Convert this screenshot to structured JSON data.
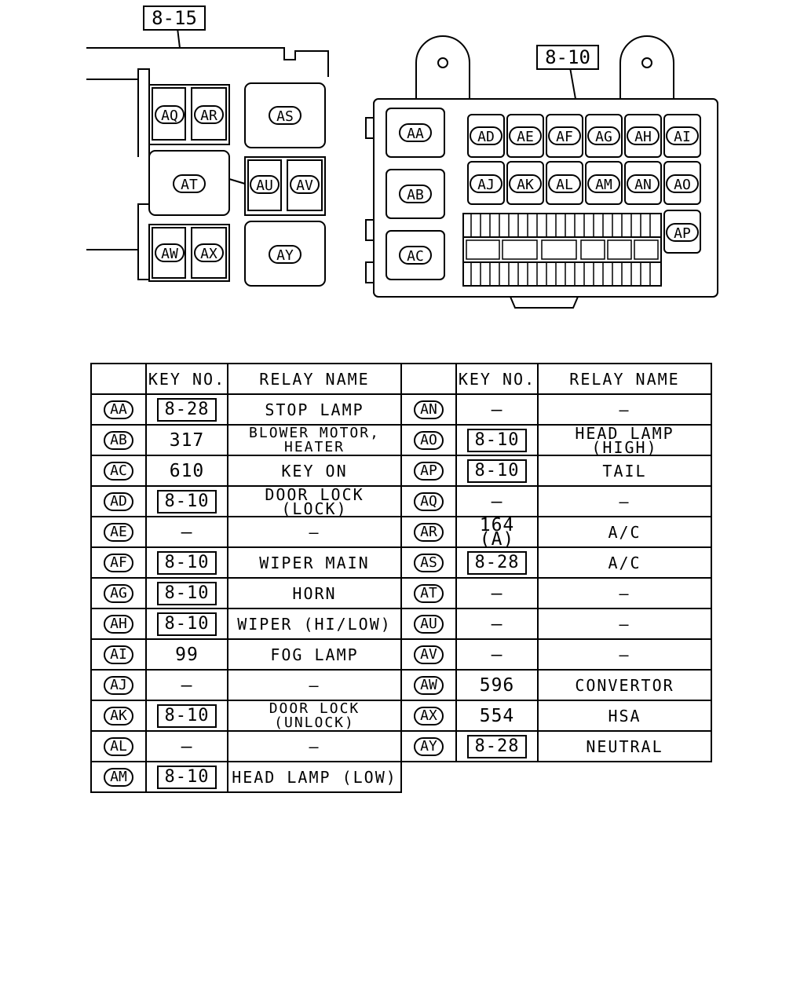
{
  "left_box": {
    "ref": "8-15",
    "relays": [
      "AQ",
      "AR",
      "AS",
      "AT",
      "AU",
      "AV",
      "AW",
      "AX",
      "AY"
    ]
  },
  "right_box": {
    "ref": "8-10",
    "big_relays": [
      "AA",
      "AB",
      "AC"
    ],
    "row1": [
      "AD",
      "AE",
      "AF",
      "AG",
      "AH",
      "AI"
    ],
    "row2": [
      "AJ",
      "AK",
      "AL",
      "AM",
      "AN",
      "AO"
    ],
    "extra": "AP"
  },
  "table": {
    "headers": {
      "key_no": "KEY NO.",
      "relay_name": "RELAY NAME"
    },
    "left": [
      {
        "code": "AA",
        "key": "8-28",
        "key_boxed": true,
        "name": "STOP LAMP"
      },
      {
        "code": "AB",
        "key": "317",
        "key_boxed": false,
        "name": "BLOWER MOTOR,\nHEATER"
      },
      {
        "code": "AC",
        "key": "610",
        "key_boxed": false,
        "name": "KEY ON"
      },
      {
        "code": "AD",
        "key": "8-10",
        "key_boxed": true,
        "name": "DOOR LOCK (LOCK)"
      },
      {
        "code": "AE",
        "key": "—",
        "key_boxed": false,
        "name": "—"
      },
      {
        "code": "AF",
        "key": "8-10",
        "key_boxed": true,
        "name": "WIPER MAIN"
      },
      {
        "code": "AG",
        "key": "8-10",
        "key_boxed": true,
        "name": "HORN"
      },
      {
        "code": "AH",
        "key": "8-10",
        "key_boxed": true,
        "name": "WIPER (HI/LOW)"
      },
      {
        "code": "AI",
        "key": "99",
        "key_boxed": false,
        "name": "FOG LAMP"
      },
      {
        "code": "AJ",
        "key": "—",
        "key_boxed": false,
        "name": "—"
      },
      {
        "code": "AK",
        "key": "8-10",
        "key_boxed": true,
        "name": "DOOR LOCK\n(UNLOCK)"
      },
      {
        "code": "AL",
        "key": "—",
        "key_boxed": false,
        "name": "—"
      },
      {
        "code": "AM",
        "key": "8-10",
        "key_boxed": true,
        "name": "HEAD LAMP (LOW)"
      }
    ],
    "right": [
      {
        "code": "AN",
        "key": "—",
        "key_boxed": false,
        "name": "—"
      },
      {
        "code": "AO",
        "key": "8-10",
        "key_boxed": true,
        "name": "HEAD LAMP (HIGH)"
      },
      {
        "code": "AP",
        "key": "8-10",
        "key_boxed": true,
        "name": "TAIL"
      },
      {
        "code": "AQ",
        "key": "—",
        "key_boxed": false,
        "name": "—"
      },
      {
        "code": "AR",
        "key": "164 (A)",
        "key_boxed": false,
        "name": "A/C"
      },
      {
        "code": "AS",
        "key": "8-28",
        "key_boxed": true,
        "name": "A/C"
      },
      {
        "code": "AT",
        "key": "—",
        "key_boxed": false,
        "name": "—"
      },
      {
        "code": "AU",
        "key": "—",
        "key_boxed": false,
        "name": "—"
      },
      {
        "code": "AV",
        "key": "—",
        "key_boxed": false,
        "name": "—"
      },
      {
        "code": "AW",
        "key": "596",
        "key_boxed": false,
        "name": "CONVERTOR"
      },
      {
        "code": "AX",
        "key": "554",
        "key_boxed": false,
        "name": "HSA"
      },
      {
        "code": "AY",
        "key": "8-28",
        "key_boxed": true,
        "name": "NEUTRAL"
      }
    ]
  }
}
